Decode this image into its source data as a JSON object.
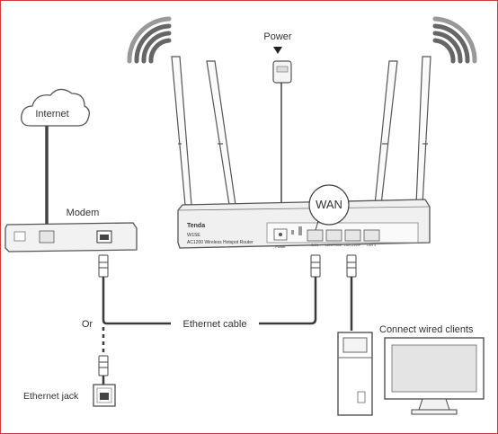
{
  "labels": {
    "power": "Power",
    "internet": "Internet",
    "modem": "Modem",
    "wan": "WAN",
    "or": "Or",
    "ethernet_cable": "Ethernet cable",
    "ethernet_jack": "Ethernet jack",
    "connect_wired_clients": "Connect wired clients"
  },
  "router": {
    "brand": "Tenda",
    "model": "W15E",
    "description": "AC1200 Wireless Hotspot Router",
    "port_labels": [
      "WAN",
      "LAN/Phone",
      "LAN 2/VoIP",
      "LAN 3"
    ],
    "power_port_label": "Power"
  },
  "colors": {
    "frame": "#d33a3a",
    "line": "#3a3a3a",
    "device_fill": "#f2f2f2",
    "device_stroke": "#555555",
    "port_fill": "#e6e6e6"
  }
}
